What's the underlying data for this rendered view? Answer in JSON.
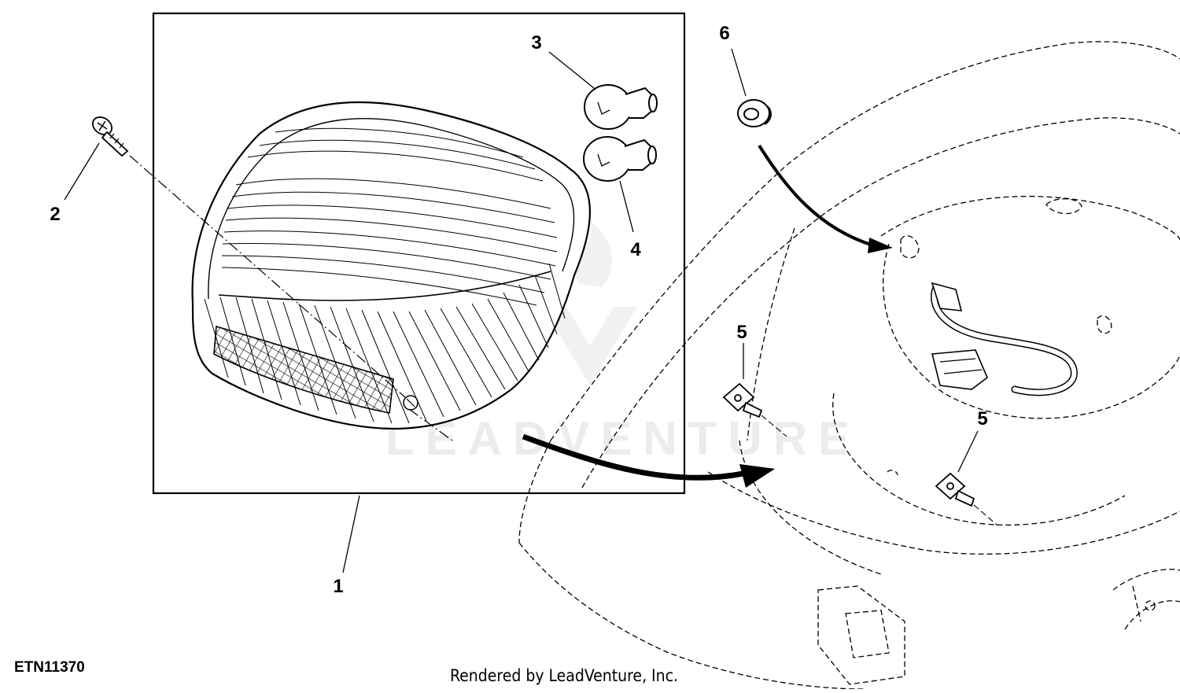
{
  "figure_id": "ETN11370",
  "credit": "Rendered by LeadVenture, Inc.",
  "watermark": "LEADVENTURE",
  "callouts": [
    {
      "id": "callout-1",
      "label": "1"
    },
    {
      "id": "callout-2",
      "label": "2"
    },
    {
      "id": "callout-3",
      "label": "3"
    },
    {
      "id": "callout-4",
      "label": "4"
    },
    {
      "id": "callout-5a",
      "label": "5"
    },
    {
      "id": "callout-5b",
      "label": "5"
    },
    {
      "id": "callout-6",
      "label": "6"
    }
  ]
}
